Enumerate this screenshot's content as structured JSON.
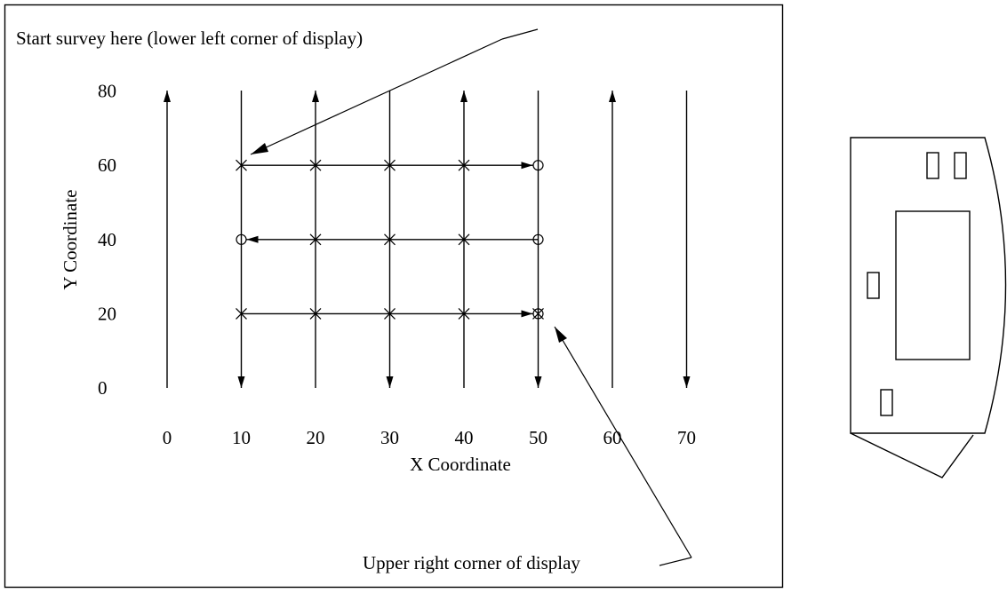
{
  "annotations": {
    "start": "Start survey here (lower left corner of display)",
    "end": "Upper right corner of display"
  },
  "chart_data": {
    "type": "diagram",
    "xlabel": "X Coordinate",
    "ylabel": "Y Coordinate",
    "x_ticks": [
      "0",
      "10",
      "20",
      "30",
      "40",
      "50",
      "60",
      "70"
    ],
    "y_ticks": [
      "0",
      "20",
      "40",
      "60",
      "80"
    ],
    "xlim": [
      0,
      70
    ],
    "ylim": [
      0,
      80
    ],
    "vertical_lines": [
      {
        "x": 0,
        "direction": "up"
      },
      {
        "x": 10,
        "direction": "down"
      },
      {
        "x": 20,
        "direction": "up"
      },
      {
        "x": 30,
        "direction": "down"
      },
      {
        "x": 40,
        "direction": "up"
      },
      {
        "x": 50,
        "direction": "down"
      },
      {
        "x": 60,
        "direction": "up"
      },
      {
        "x": 70,
        "direction": "down"
      }
    ],
    "horizontal_passes": [
      {
        "y": 20,
        "from": 10,
        "to": 50
      },
      {
        "y": 40,
        "from": 50,
        "to": 10
      },
      {
        "y": 60,
        "from": 10,
        "to": 50
      }
    ],
    "cross_points": [
      [
        10,
        20
      ],
      [
        20,
        20
      ],
      [
        30,
        20
      ],
      [
        40,
        20
      ],
      [
        50,
        20
      ],
      [
        20,
        40
      ],
      [
        30,
        40
      ],
      [
        40,
        40
      ],
      [
        10,
        60
      ],
      [
        20,
        60
      ],
      [
        30,
        60
      ],
      [
        40,
        60
      ]
    ],
    "circle_points": [
      [
        50,
        20
      ],
      [
        10,
        40
      ],
      [
        50,
        40
      ],
      [
        50,
        60
      ]
    ]
  }
}
